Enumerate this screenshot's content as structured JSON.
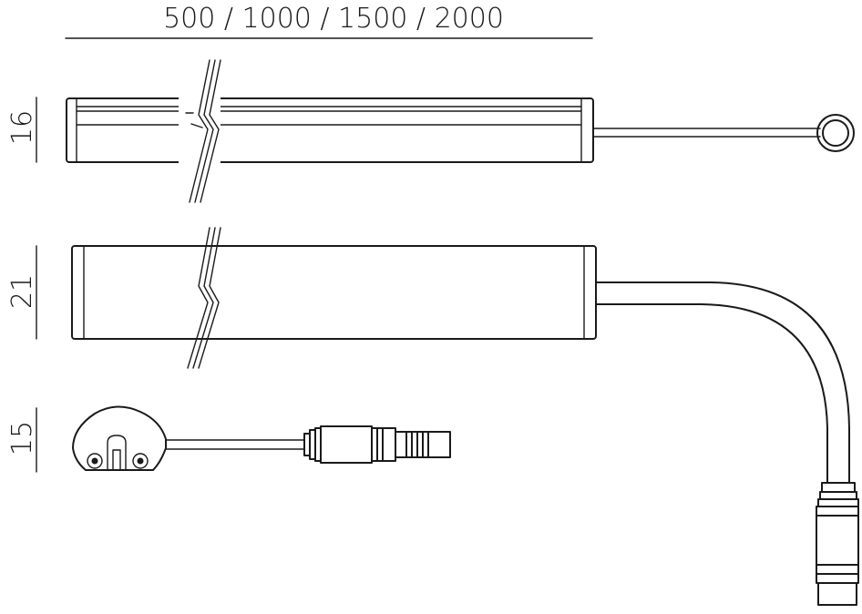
{
  "dimensions": {
    "length_label": "500 / 1000 / 1500 / 2000",
    "height_top": "16",
    "height_middle": "21",
    "height_bottom": "15"
  }
}
